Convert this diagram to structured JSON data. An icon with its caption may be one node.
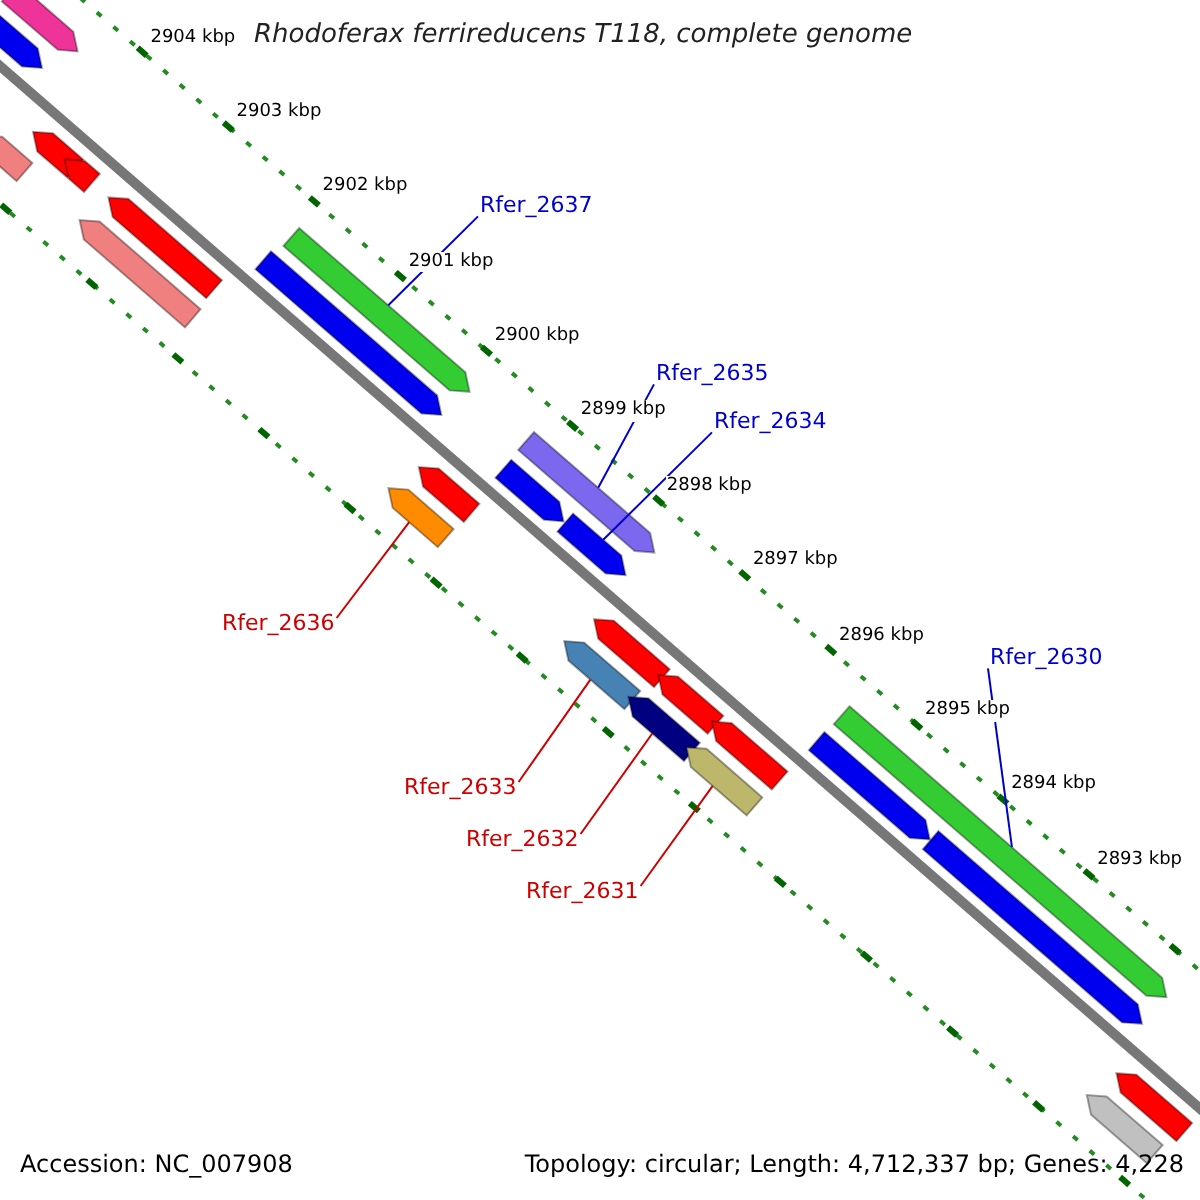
{
  "diagram": {
    "title": "Rhodoferax ferrireducens T118, complete genome",
    "nodes": [
      {
        "text": [
          "Rfer_2637"
        ]
      },
      {
        "text": [
          "Rfer_2635"
        ]
      },
      {
        "text": [
          "Rfer_2634"
        ]
      },
      {
        "text": [
          "Rfer_2630"
        ]
      },
      {
        "text": [
          "Rfer_2636"
        ]
      },
      {
        "text": [
          "Rfer_2633"
        ]
      },
      {
        "text": [
          "Rfer_2632"
        ]
      },
      {
        "text": [
          "Rfer_2631"
        ]
      },
      {
        "text": [],
        "shape": "bar"
      },
      {
        "text": [],
        "shape": "bar"
      },
      {
        "text": [],
        "shape": "bar"
      },
      {
        "text": [],
        "shape": "bar"
      },
      {
        "text": [],
        "shape": "bar"
      },
      {
        "text": [],
        "shape": "bar"
      },
      {
        "text": [],
        "shape": "bar"
      },
      {
        "text": [],
        "shape": "bar"
      },
      {
        "text": [],
        "shape": "bar"
      },
      {
        "text": [],
        "shape": "bar"
      },
      {
        "text": [],
        "shape": "bar"
      },
      {
        "text": [],
        "shape": "bar"
      },
      {
        "text": [],
        "shape": "bar"
      },
      {
        "text": [],
        "shape": "bar"
      },
      {
        "text": [],
        "shape": "bar"
      },
      {
        "text": [],
        "shape": "bar"
      },
      {
        "text": [],
        "shape": "bar"
      },
      {
        "text": [],
        "shape": "bar"
      },
      {
        "text": [],
        "shape": "bar"
      },
      {
        "text": [],
        "shape": "bar"
      },
      {
        "text": [],
        "shape": "bar"
      },
      {
        "text": [],
        "shape": "bar"
      },
      {
        "text": [],
        "shape": "bar"
      },
      {
        "text": [],
        "shape": "bar"
      },
      {
        "text": [],
        "shape": "bar"
      }
    ],
    "edges": [
      {
        "from": 0,
        "to": 8,
        "arrow": "none"
      },
      {
        "from": 1,
        "to": 9,
        "arrow": "none"
      },
      {
        "from": 2,
        "to": 10,
        "arrow": "none"
      },
      {
        "from": 3,
        "to": 11,
        "arrow": "none"
      },
      {
        "from": 4,
        "to": 12,
        "arrow": "none",
        "color": "#cc0000"
      },
      {
        "from": 5,
        "to": 13,
        "arrow": "none",
        "color": "#cc0000"
      },
      {
        "from": 6,
        "to": 14,
        "arrow": "none",
        "color": "#cc0000"
      },
      {
        "from": 7,
        "to": 15,
        "arrow": "none",
        "color": "#cc0000"
      }
    ],
    "labels": [
      "2904 kbp",
      "2903 kbp",
      "2902 kbp",
      "2901 kbp",
      "2900 kbp",
      "2899 kbp",
      "2898 kbp",
      "2897 kbp",
      "2896 kbp",
      "2895 kbp",
      "2894 kbp",
      "2893 kbp",
      "Accession: NC_007908",
      "Topology: circular; Length: 4,712,337 bp; Genes: 4,228"
    ]
  }
}
